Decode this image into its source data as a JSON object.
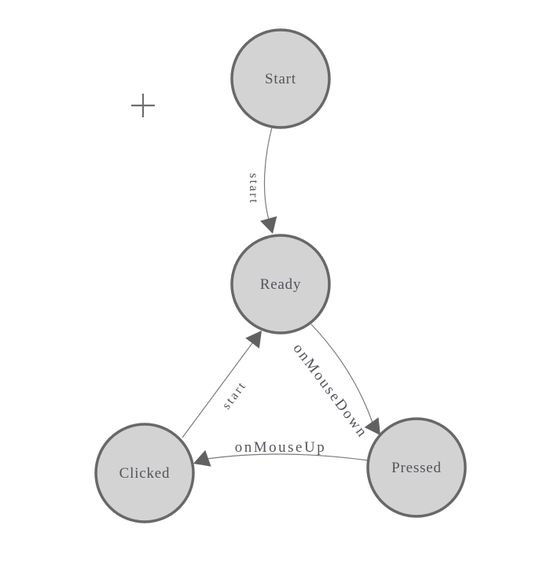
{
  "diagram": {
    "type": "state-machine",
    "nodes": [
      {
        "id": "start",
        "label": "Start"
      },
      {
        "id": "ready",
        "label": "Ready"
      },
      {
        "id": "clicked",
        "label": "Clicked"
      },
      {
        "id": "pressed",
        "label": "Pressed"
      }
    ],
    "edges": [
      {
        "from": "Start",
        "to": "Ready",
        "label": "start"
      },
      {
        "from": "Ready",
        "to": "Pressed",
        "label": "onMouseDown"
      },
      {
        "from": "Pressed",
        "to": "Clicked",
        "label": "onMouseUp"
      },
      {
        "from": "Clicked",
        "to": "Ready",
        "label": "start"
      }
    ],
    "colors": {
      "node_fill": "#d3d3d3",
      "node_stroke": "#686868",
      "edge_stroke": "#7a7a7a",
      "arrow_fill": "#616161",
      "label": "#53555c",
      "bg": "#ffffff"
    },
    "cursor": {
      "glyph": "crosshair-plus"
    }
  }
}
